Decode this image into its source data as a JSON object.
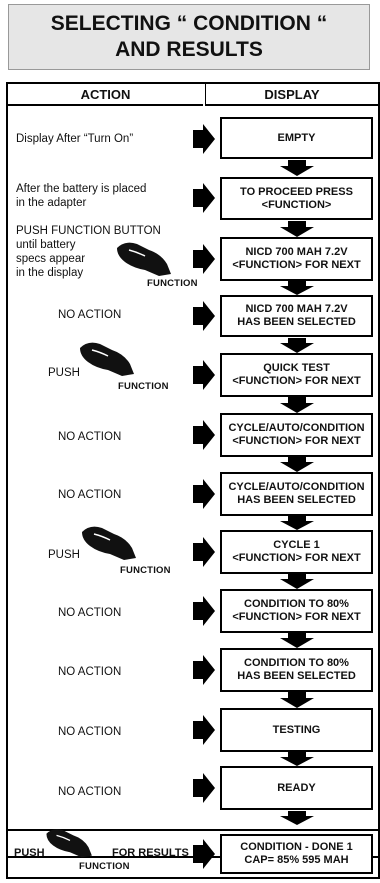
{
  "title": {
    "line1": "SELECTING “ CONDITION “",
    "line2": "AND RESULTS"
  },
  "columns": {
    "action": "ACTION",
    "display": "DISPLAY"
  },
  "steps": [
    {
      "action": "Display After “Turn On”",
      "display": [
        "EMPTY"
      ]
    },
    {
      "action_lines": [
        "After the battery is placed",
        "in the adapter"
      ],
      "display": [
        "TO PROCEED PRESS",
        "<FUNCTION>"
      ]
    },
    {
      "action_lines": [
        "PUSH FUNCTION BUTTON",
        "until battery",
        "specs appear",
        "in the display"
      ],
      "button": "FUNCTION",
      "display": [
        "NICD 700 MAH 7.2V",
        "<FUNCTION> FOR NEXT"
      ]
    },
    {
      "action": "NO ACTION",
      "display": [
        "NICD 700 MAH 7.2V",
        "HAS BEEN SELECTED"
      ]
    },
    {
      "action": "PUSH",
      "button": "FUNCTION",
      "display": [
        "QUICK TEST",
        "<FUNCTION> FOR NEXT"
      ]
    },
    {
      "action": "NO ACTION",
      "display": [
        "CYCLE/AUTO/CONDITION",
        "<FUNCTION> FOR NEXT"
      ]
    },
    {
      "action": "NO ACTION",
      "display": [
        "CYCLE/AUTO/CONDITION",
        "HAS BEEN SELECTED"
      ]
    },
    {
      "action": "PUSH",
      "button": "FUNCTION",
      "display": [
        "CYCLE 1",
        "<FUNCTION> FOR NEXT"
      ]
    },
    {
      "action": "NO ACTION",
      "display": [
        "CONDITION TO 80%",
        "<FUNCTION> FOR NEXT"
      ]
    },
    {
      "action": "NO ACTION",
      "display": [
        "CONDITION TO 80%",
        "HAS BEEN SELECTED"
      ]
    },
    {
      "action": "NO ACTION",
      "display": [
        "TESTING"
      ]
    },
    {
      "action": "NO ACTION",
      "display": [
        "READY"
      ]
    },
    {
      "action": "PUSH",
      "action_suffix": "FOR RESULTS",
      "button": "FUNCTION",
      "display": [
        "CONDITION - DONE 1",
        "CAP= 85%  595  MAH"
      ]
    }
  ]
}
